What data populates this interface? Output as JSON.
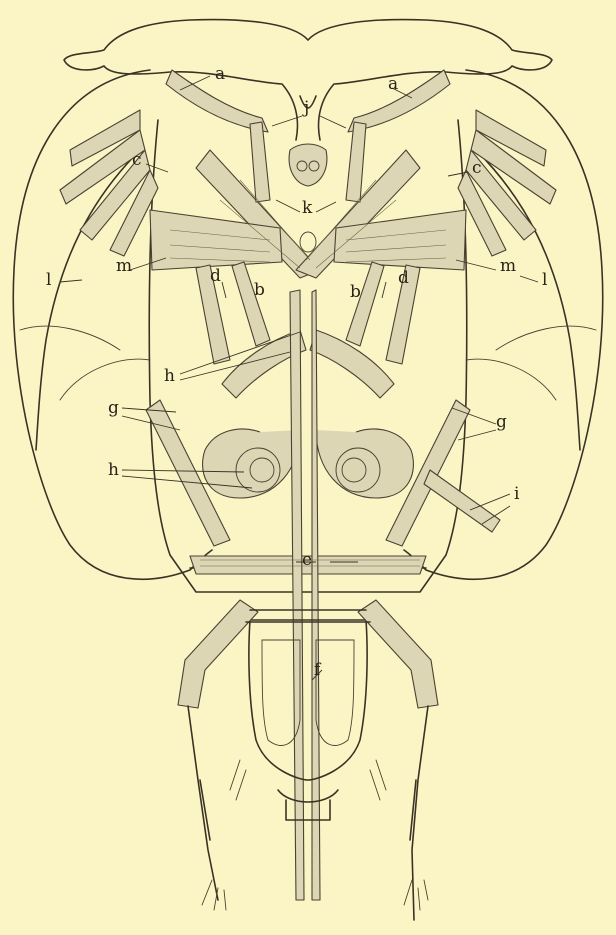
{
  "figure": {
    "labels": {
      "a_left": "a",
      "a_right": "a",
      "j": "j",
      "c_left": "c",
      "c_right": "c",
      "k": "k",
      "l_left": "l",
      "l_right": "l",
      "m_left": "m",
      "m_right": "m",
      "d_left": "d",
      "b_left": "b",
      "b_right": "b",
      "d_right": "d",
      "h_upper": "h",
      "h_lower": "h",
      "g_left": "g",
      "g_right": "g",
      "i": "i",
      "e": "e",
      "f": "f"
    }
  }
}
